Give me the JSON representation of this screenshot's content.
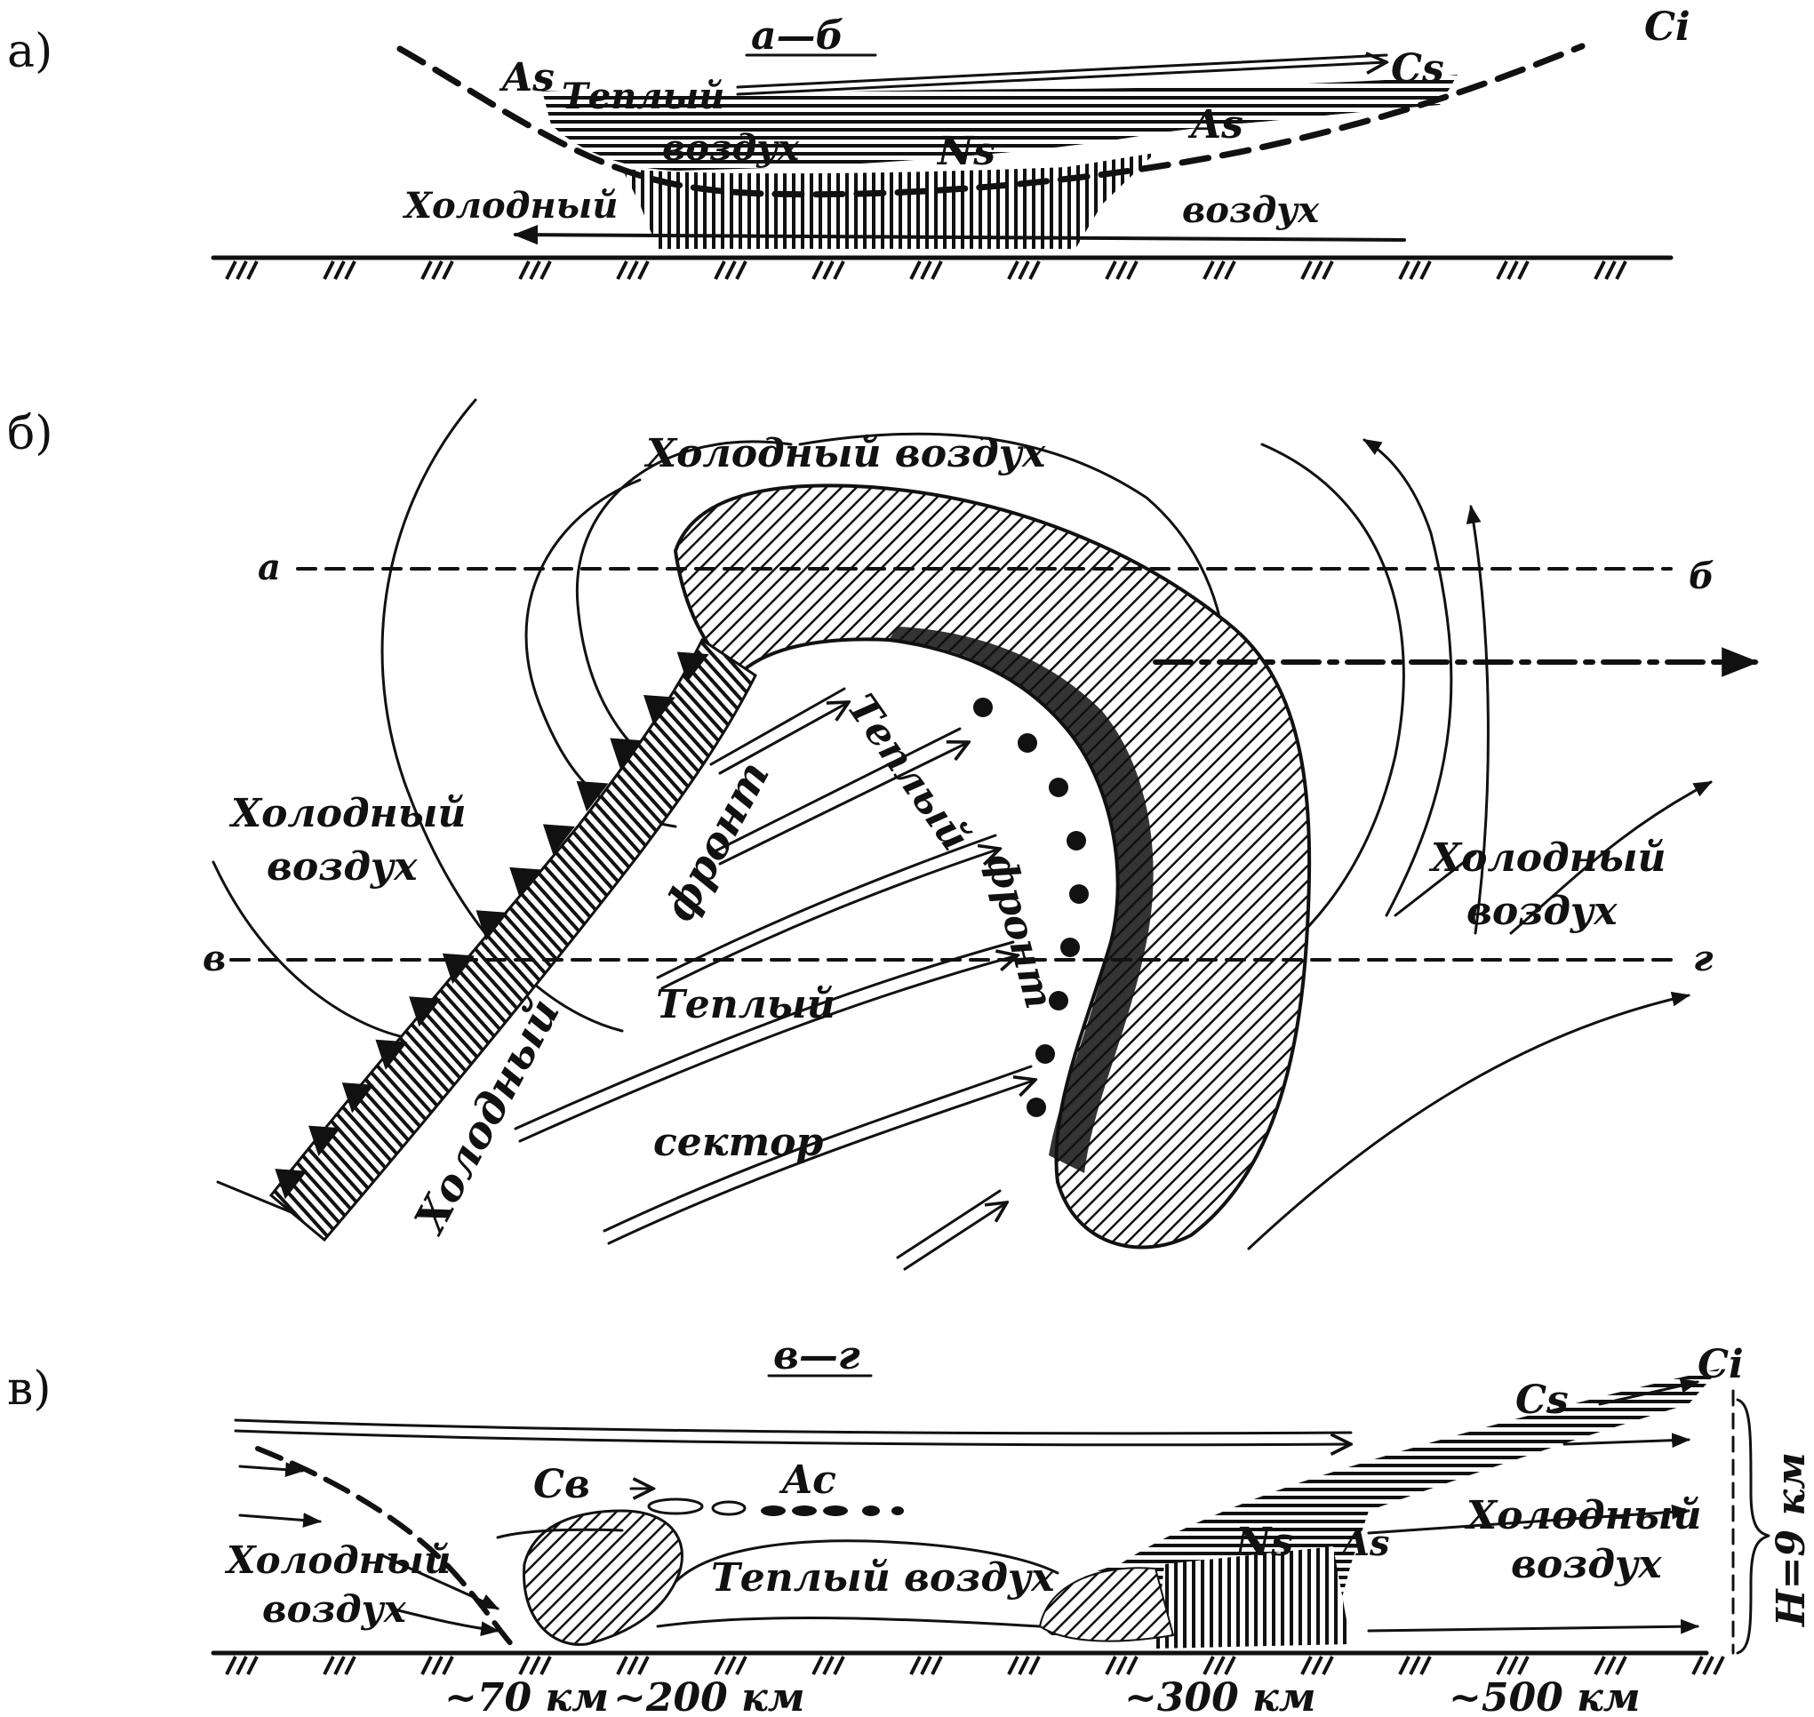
{
  "panel_a": {
    "label": "а)",
    "section": "а—б",
    "cloud_Ci": "Ci",
    "cloud_Cs": "Cs",
    "cloud_As_left": "As",
    "cloud_As_right": "As",
    "cloud_Ns": "Ns",
    "warm_air_1": "Теплый",
    "warm_air_2": "воздух",
    "cold_air_1": "Холодный",
    "cold_air_2": "воздух"
  },
  "panel_b": {
    "label": "б)",
    "cold_air_top": "Холодный воздух",
    "cold_air_left_1": "Холодный",
    "cold_air_left_2": "воздух",
    "cold_air_right_1": "Холодный",
    "cold_air_right_2": "воздух",
    "point_a": "а",
    "point_b": "б",
    "point_v": "в",
    "point_g": "г",
    "cold_front_1": "Холодный",
    "cold_front_2": "фронт",
    "warm_front_1": "Теплый",
    "warm_front_2": "фронт",
    "warm_sector_1": "Теплый",
    "warm_sector_2": "сектор"
  },
  "panel_v": {
    "label": "в)",
    "section": "в—г",
    "cloud_Ci": "Ci",
    "cloud_Cs": "Cs",
    "cloud_Cb": "Св",
    "cloud_Ac": "Ac",
    "cloud_Ns": "Ns",
    "cloud_As": "As",
    "warm_air": "Теплый воздух",
    "cold_left_1": "Холодный",
    "cold_left_2": "воздух",
    "cold_right_1": "Холодный",
    "cold_right_2": "воздух",
    "height": "Н=9 км",
    "dist_1": "~70 км",
    "dist_2": "~200 км",
    "dist_3": "~300 км",
    "dist_4": "~500 км"
  }
}
